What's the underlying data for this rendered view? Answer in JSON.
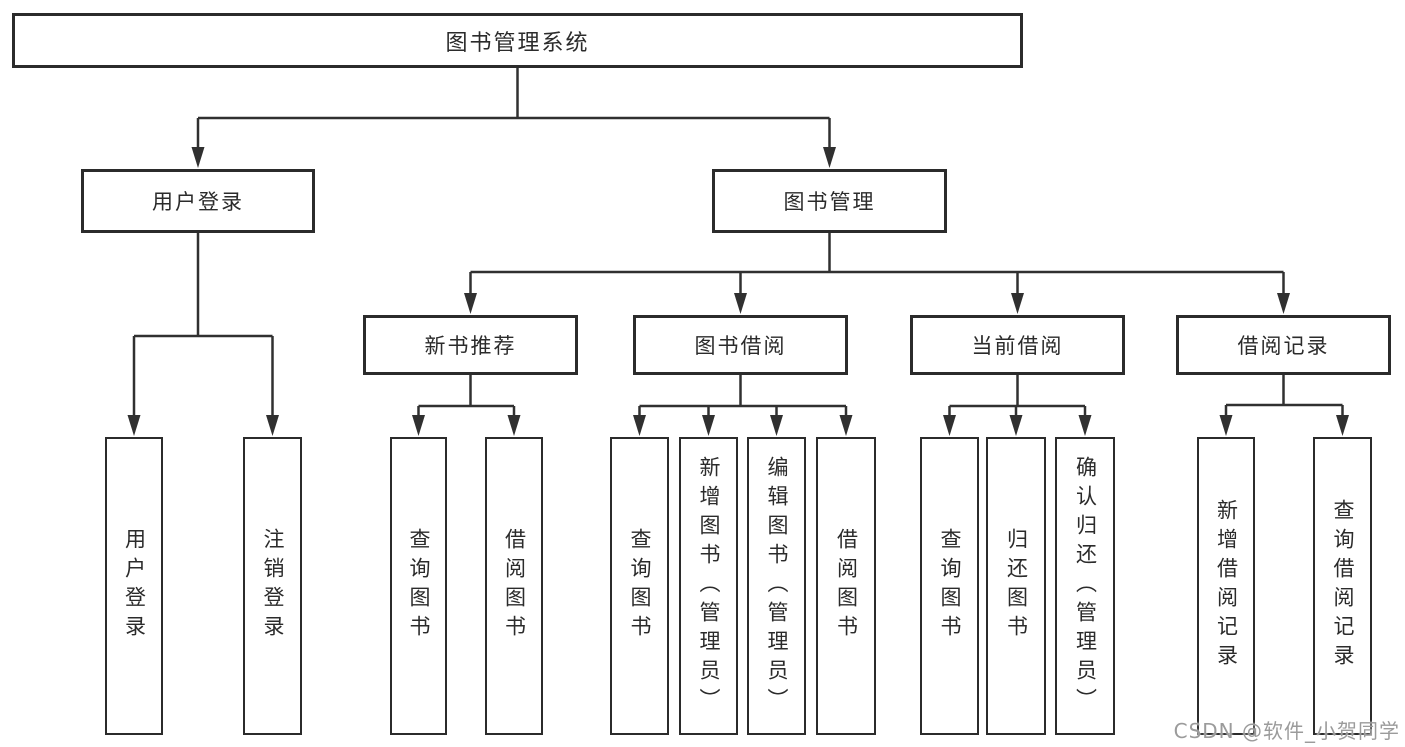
{
  "nodes": {
    "root": {
      "label": "图书管理系统"
    },
    "level2": [
      {
        "label": "用户登录",
        "parent": "图书管理系统"
      },
      {
        "label": "图书管理",
        "parent": "图书管理系统"
      }
    ],
    "level3": [
      {
        "label": "新书推荐",
        "parent": "图书管理"
      },
      {
        "label": "图书借阅",
        "parent": "图书管理"
      },
      {
        "label": "当前借阅",
        "parent": "图书管理"
      },
      {
        "label": "借阅记录",
        "parent": "图书管理"
      }
    ],
    "leaves": [
      {
        "label": "用户登录",
        "parent": "用户登录"
      },
      {
        "label": "注销登录",
        "parent": "用户登录"
      },
      {
        "label": "查询图书",
        "parent": "新书推荐"
      },
      {
        "label": "借阅图书",
        "parent": "新书推荐"
      },
      {
        "label": "查询图书",
        "parent": "图书借阅"
      },
      {
        "label": "新增图书（管理员）",
        "parent": "图书借阅"
      },
      {
        "label": "编辑图书（管理员）",
        "parent": "图书借阅"
      },
      {
        "label": "借阅图书",
        "parent": "图书借阅"
      },
      {
        "label": "查询图书",
        "parent": "当前借阅"
      },
      {
        "label": "归还图书",
        "parent": "当前借阅"
      },
      {
        "label": "确认归还（管理员）",
        "parent": "当前借阅"
      },
      {
        "label": "新增借阅记录",
        "parent": "借阅记录"
      },
      {
        "label": "查询借阅记录",
        "parent": "借阅记录"
      }
    ]
  },
  "watermark": {
    "text": "CSDN @软件_小贺同学"
  },
  "colors": {
    "line": "#303030",
    "box_border": "#2b2b2b",
    "box_fill": "#ffffff",
    "text": "#2b2b2b",
    "watermark": "#9b9b9b",
    "background": "#ffffff"
  }
}
